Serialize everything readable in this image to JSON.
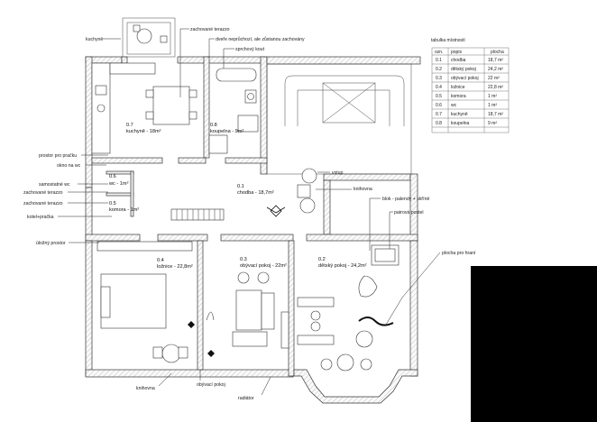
{
  "legend_table": {
    "title": "tabulka místností",
    "headers": [
      "ozn.",
      "popis",
      "plocha"
    ],
    "rows": [
      {
        "id": "0.1",
        "name": "chodba",
        "area": "18,7 m²"
      },
      {
        "id": "0.2",
        "name": "dětský pokoj",
        "area": "24,2 m²"
      },
      {
        "id": "0.3",
        "name": "obývací pokoj",
        "area": "22 m²"
      },
      {
        "id": "0.4",
        "name": "ložnice",
        "area": "22,8 m²"
      },
      {
        "id": "0.5",
        "name": "komora",
        "area": "1 m²"
      },
      {
        "id": "0.6",
        "name": "wc",
        "area": "1 m²"
      },
      {
        "id": "0.7",
        "name": "kuchyně",
        "area": "18,7 m²"
      },
      {
        "id": "0.8",
        "name": "koupelna",
        "area": "9 m²"
      }
    ]
  },
  "rooms": [
    {
      "code": "0.7",
      "text": "kuchyně - 18m²"
    },
    {
      "code": "0.8",
      "text": "koupelna - 9m²"
    },
    {
      "code": "0.1",
      "text": "chodba - 18,7m²"
    },
    {
      "code": "0.6",
      "text": "wc - 1m²"
    },
    {
      "code": "0.5",
      "text": "komora - 1m²"
    },
    {
      "code": "0.4",
      "text": "ložnice - 22,8m²"
    },
    {
      "code": "0.3",
      "text": "obývací pokoj - 22m²"
    },
    {
      "code": "0.2",
      "text": "dětský pokoj - 24,2m²"
    }
  ],
  "annotations": {
    "kuchyne": "kuchyně",
    "zachovane_terazzo_top": "zachované terazzo",
    "dvere": "dveře neprůchozí, ale zůstanou zachovány",
    "sprchovy_kout": "sprchový kout",
    "prostor_pro_pracku": "prostor pro pračku",
    "okno_na_wc": "okno na wc",
    "samostatne_wc": "samostatné wc",
    "zachovane_terazzo_1": "zachované terazzo",
    "zachovane_terazzo_2": "zachované terazzo",
    "kotel_pracka": "kotel+pračka",
    "ulozny_prostor": "úložný prostor",
    "vstup": "vstup",
    "knihovna_right": "knihovna",
    "blok": "blok - palendy + skříně",
    "patrova_postel": "patrová postel",
    "plocha_pro_hrani": "plocha pro hraní",
    "knihovna_bottom": "knihovna",
    "obyvaci_pokoj": "obývací pokoj",
    "radiator": "radiátor"
  },
  "colors": {
    "wall_fill": "#f2f2f2",
    "line": "#333333",
    "redacted_block": "#000000"
  }
}
